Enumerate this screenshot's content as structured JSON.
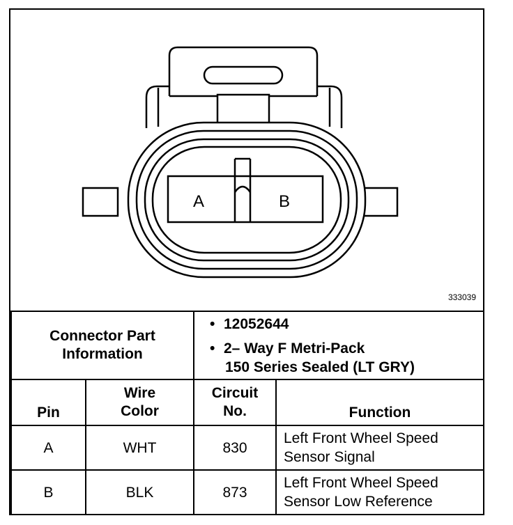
{
  "figure_id": "333039",
  "connector": {
    "pin_a_label": "A",
    "pin_b_label": "B"
  },
  "part_info": {
    "label": "Connector Part Information",
    "label_line1": "Connector Part",
    "label_line2": "Information",
    "part_number": "12052644",
    "description_line1": "2– Way F Metri-Pack",
    "description_line2": "150 Series Sealed (LT GRY)"
  },
  "headers": {
    "pin": "Pin",
    "wire_color_line1": "Wire",
    "wire_color_line2": "Color",
    "circuit_line1": "Circuit",
    "circuit_line2": "No.",
    "function": "Function"
  },
  "rows": [
    {
      "pin": "A",
      "wire_color": "WHT",
      "circuit": "830",
      "function_line1": "Left Front Wheel Speed",
      "function_line2": "Sensor Signal"
    },
    {
      "pin": "B",
      "wire_color": "BLK",
      "circuit": "873",
      "function_line1": "Left Front Wheel Speed",
      "function_line2": "Sensor Low Reference"
    }
  ]
}
